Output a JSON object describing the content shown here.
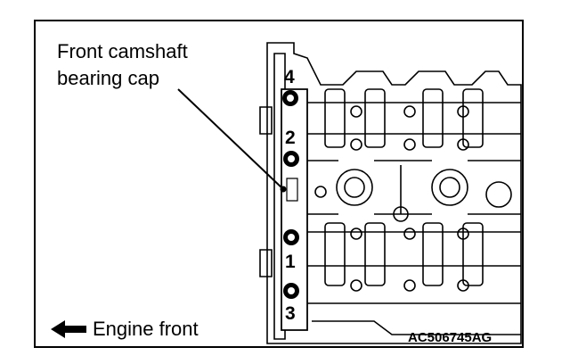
{
  "callout": {
    "line1": "Front camshaft",
    "line2": "bearing cap"
  },
  "bolt_numbers": [
    "4",
    "2",
    "1",
    "3"
  ],
  "engine_front": "Engine front",
  "figure_code": "AC506745AG"
}
